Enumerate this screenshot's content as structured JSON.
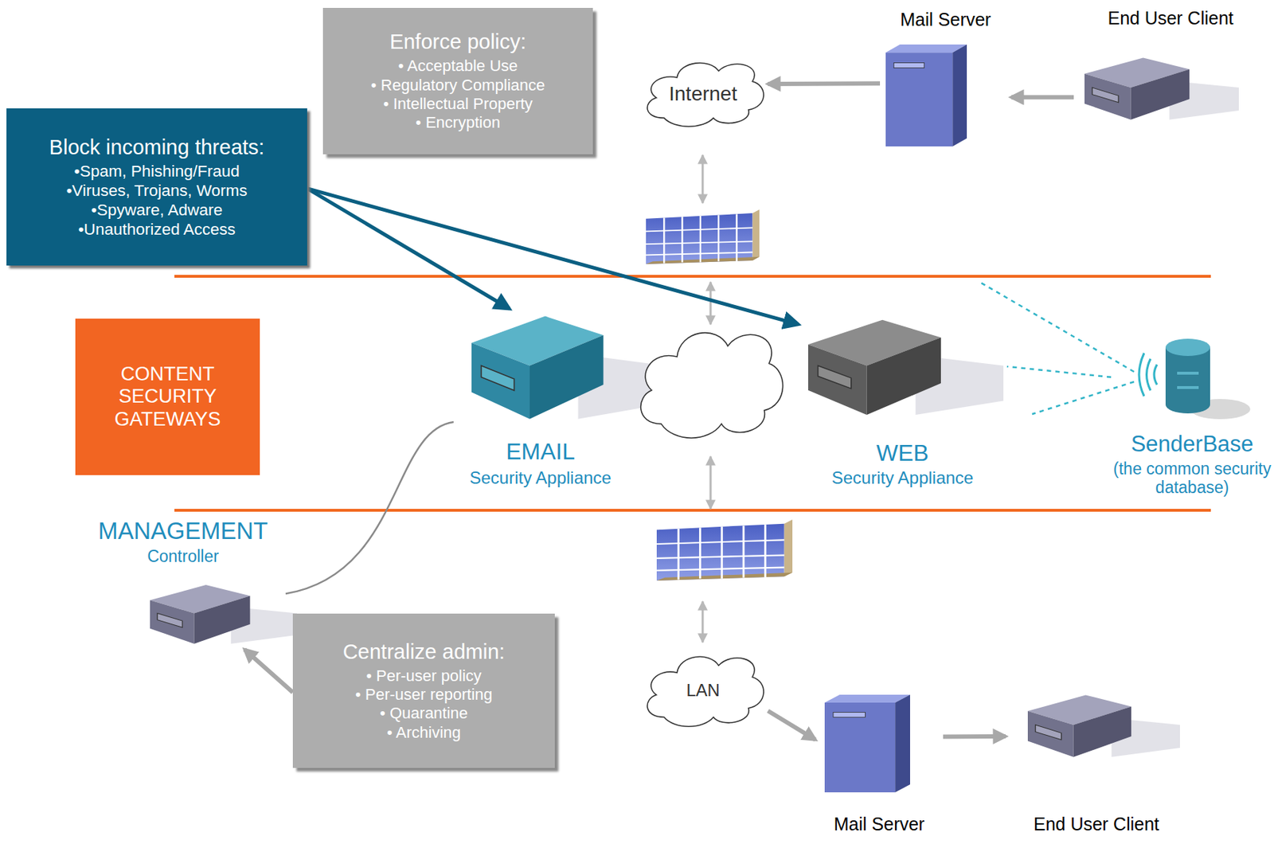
{
  "diagram": {
    "nodes": [
      {
        "text": [
          "Block incoming threats:",
          "•Spam, Phishing/Fraud",
          "•Viruses, Trojans, Worms",
          "•Spyware, Adware",
          "•Unauthorized Access"
        ]
      },
      {
        "text": [
          "Enforce policy:",
          "• Acceptable Use",
          "• Regulatory Compliance",
          "• Intellectual Property",
          "• Encryption"
        ]
      },
      {
        "text": [
          "Mail Server"
        ]
      },
      {
        "text": [
          "End User Client"
        ]
      },
      {
        "text": [
          "Internet"
        ]
      },
      {
        "text": [
          "CONTENT SECURITY GATEWAYS"
        ]
      },
      {
        "text": [
          "EMAIL",
          "Security Appliance"
        ]
      },
      {
        "text": [
          "WEB",
          "Security Appliance"
        ]
      },
      {
        "text": [
          "SenderBase",
          "(the common security database)"
        ]
      },
      {
        "text": [
          "MANAGEMENT",
          "Controller"
        ]
      },
      {
        "text": [
          "Centralize admin:",
          "• Per-user policy",
          "• Per-user reporting",
          "• Quarantine",
          "• Archiving"
        ]
      },
      {
        "text": [
          "LAN"
        ]
      },
      {
        "text": [
          "Mail Server"
        ]
      },
      {
        "text": [
          "End User Client"
        ]
      }
    ],
    "edges": [
      {
        "from": 3,
        "to": 2,
        "arrow": "to"
      },
      {
        "from": 2,
        "to": 4,
        "arrow": "to"
      },
      {
        "from": 0,
        "to": 6,
        "arrow": "to"
      },
      {
        "from": 0,
        "to": 7,
        "arrow": "to"
      },
      {
        "from": 8,
        "to": 7,
        "arrow": "none"
      },
      {
        "from": 9,
        "to": 6,
        "arrow": "none"
      },
      {
        "from": 10,
        "to": 9,
        "arrow": "to"
      },
      {
        "from": 11,
        "to": 12,
        "arrow": "to"
      },
      {
        "from": 12,
        "to": 13,
        "arrow": "to"
      }
    ]
  }
}
